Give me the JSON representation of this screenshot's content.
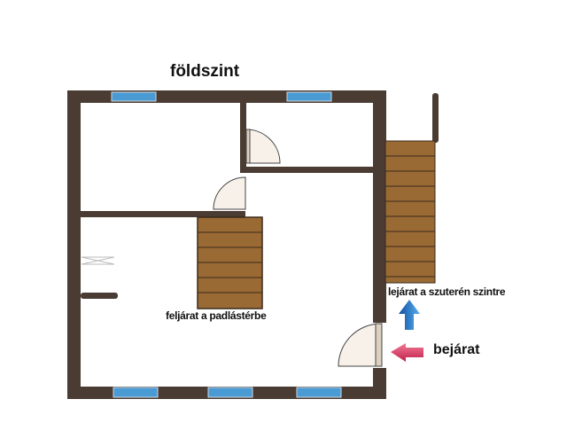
{
  "plan": {
    "title": "földszint",
    "labels": {
      "attic_stairs": "feljárat a padlástérbe",
      "basement_stairs": "lejárat a szuterén szintre",
      "entrance": "bejárat"
    },
    "colors": {
      "wall": "#4a3b33",
      "window": "#4a9ad4",
      "stairs": "#9a6a34",
      "door": "#f7f1ea",
      "arrow_up": "#1f6fc0",
      "arrow_entrance": "#d63a5a"
    }
  }
}
